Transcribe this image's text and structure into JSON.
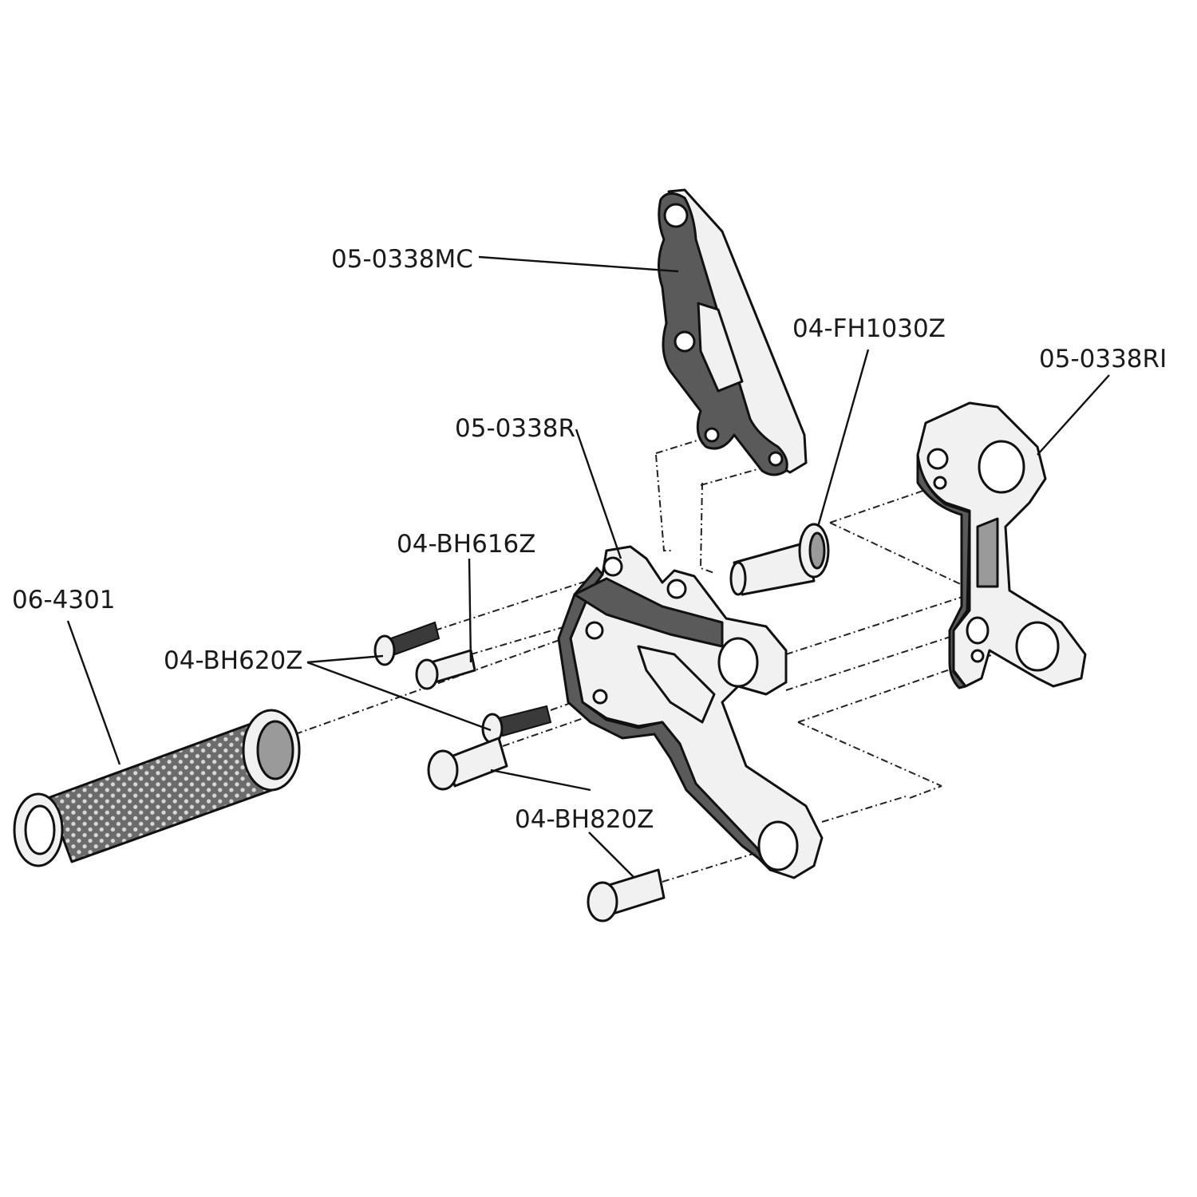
{
  "labels": {
    "mount_plate": "05-0338MC",
    "hanger_bolt": "04-FH1030Z",
    "rear_insert": "05-0338RI",
    "rearset_body": "05-0338R",
    "bolt_616": "04-BH616Z",
    "footpeg": "06-4301",
    "bolt_620": "04-BH620Z",
    "bolt_820": "04-BH820Z"
  }
}
